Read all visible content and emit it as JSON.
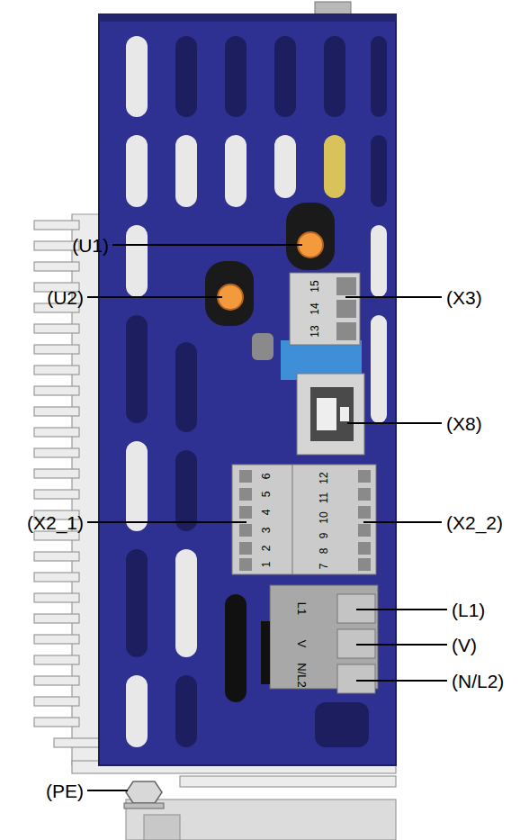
{
  "diagram": {
    "labels": [
      "(U1)",
      "(U2)",
      "(X3)",
      "(X8)",
      "(X2_1)",
      "(X2_2)",
      "(L1)",
      "(V)",
      "(N/L2)",
      "(PE)",
      "15",
      "14",
      "13",
      "6",
      "5",
      "4",
      "3",
      "2",
      "1",
      "12",
      "11",
      "10",
      "9",
      "8",
      "7",
      "L1",
      "V",
      "N/L2"
    ]
  }
}
